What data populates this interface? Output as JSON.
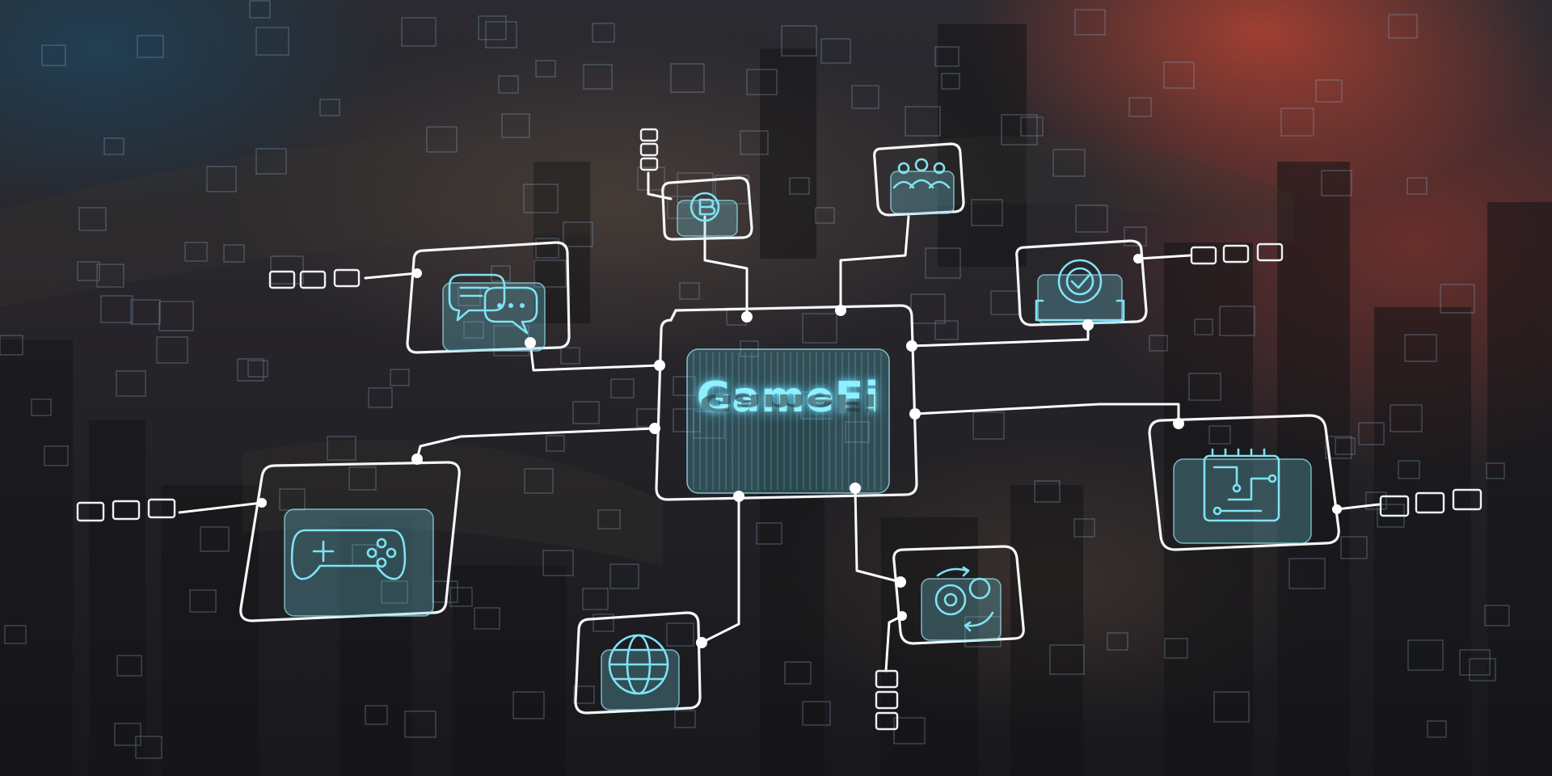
{
  "hub": {
    "title": "GameFi"
  },
  "nodes": [
    {
      "name": "bitcoin-node",
      "icon": "bitcoin-icon"
    },
    {
      "name": "community-node",
      "icon": "people-icon"
    },
    {
      "name": "chat-node",
      "icon": "chat-bubbles-icon"
    },
    {
      "name": "settings-node",
      "icon": "gear-check-icon"
    },
    {
      "name": "gaming-node",
      "icon": "gamepad-icon"
    },
    {
      "name": "processor-node",
      "icon": "circuit-chip-icon"
    },
    {
      "name": "metaverse-node",
      "icon": "globe-icon"
    },
    {
      "name": "automation-node",
      "icon": "gears-cycle-icon"
    }
  ],
  "colors": {
    "accent_cyan": "#7fe3f4",
    "line_white": "#ffffff",
    "glow_red": "#c84632",
    "glow_blue": "#1e465f"
  }
}
